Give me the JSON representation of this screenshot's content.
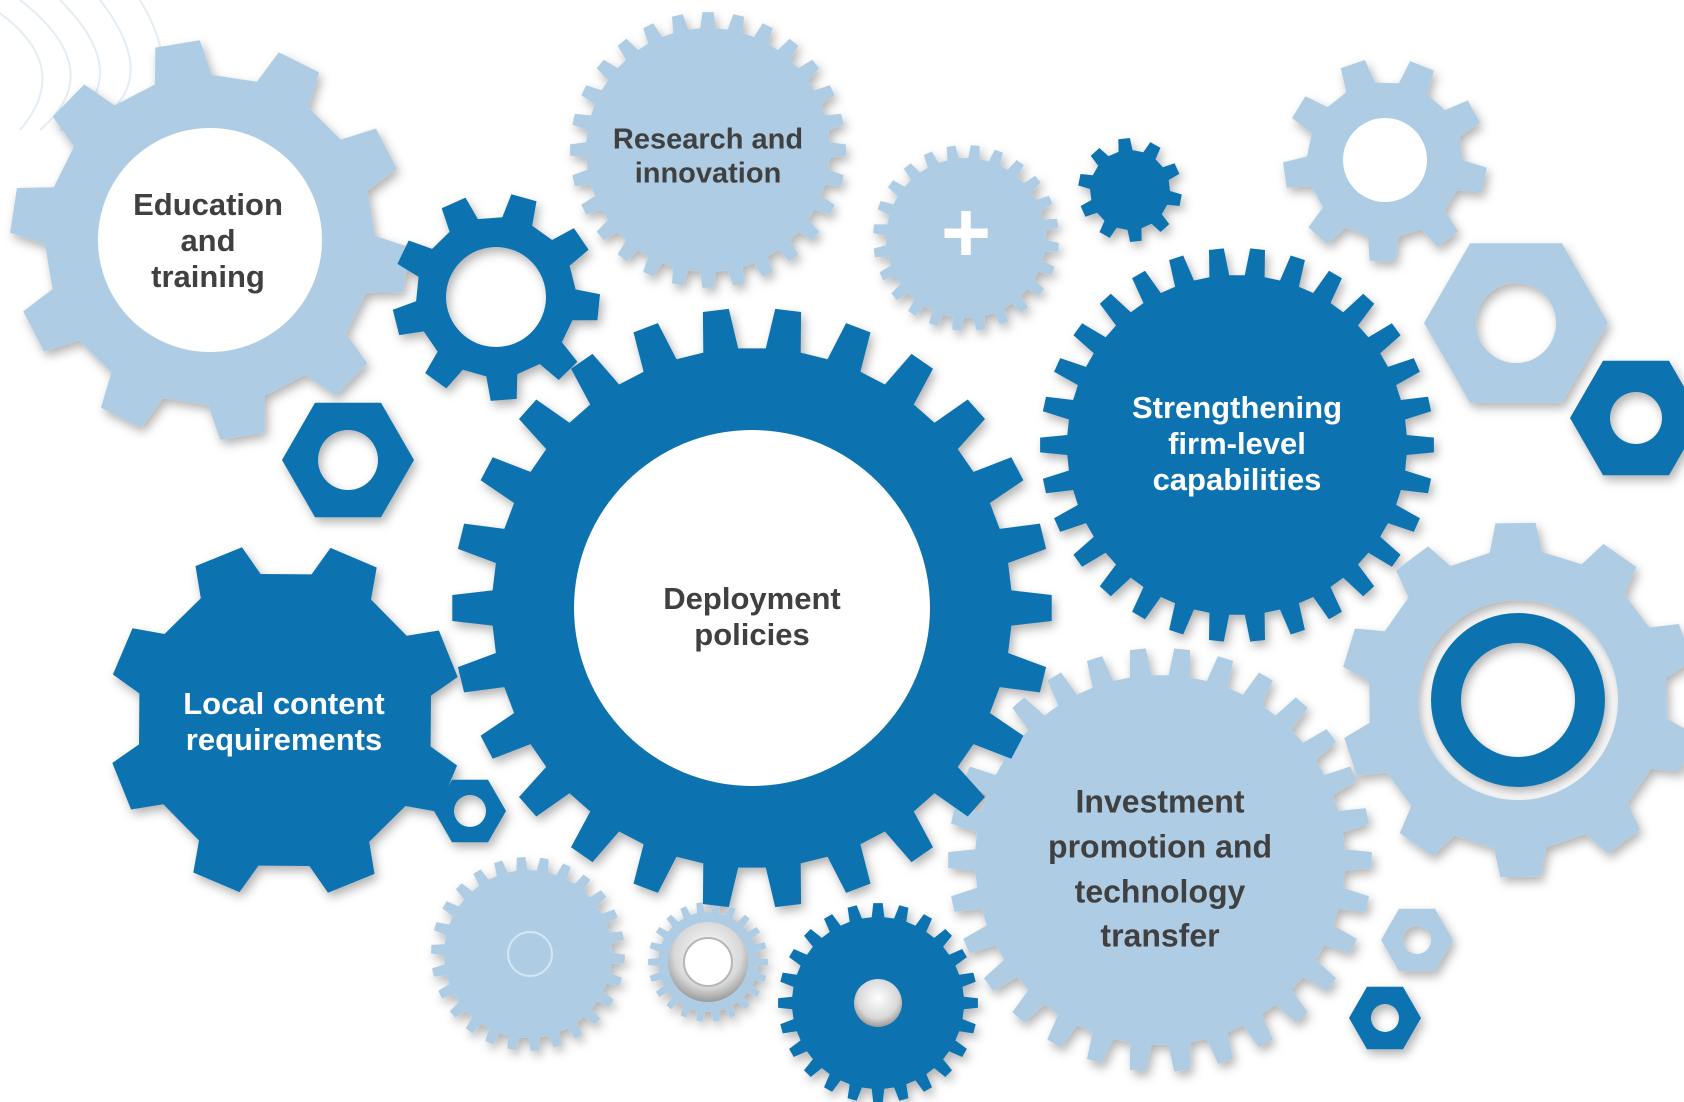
{
  "colors": {
    "dark_blue": "#0a73b0",
    "light_blue": "#aecde5",
    "white": "#ffffff",
    "dark_text": "#404040",
    "light_text": "#ffffff"
  },
  "labels": {
    "education": [
      "Education",
      "and",
      "training"
    ],
    "research": [
      "Research and",
      "innovation"
    ],
    "strengthening": [
      "Strengthening",
      "firm-level",
      "capabilities"
    ],
    "deployment": [
      "Deployment",
      "policies"
    ],
    "local_content": [
      "Local content",
      "requirements"
    ],
    "investment": [
      "Investment",
      "promotion and",
      "technology",
      "transfer"
    ]
  },
  "icons": {
    "plus": "+"
  }
}
